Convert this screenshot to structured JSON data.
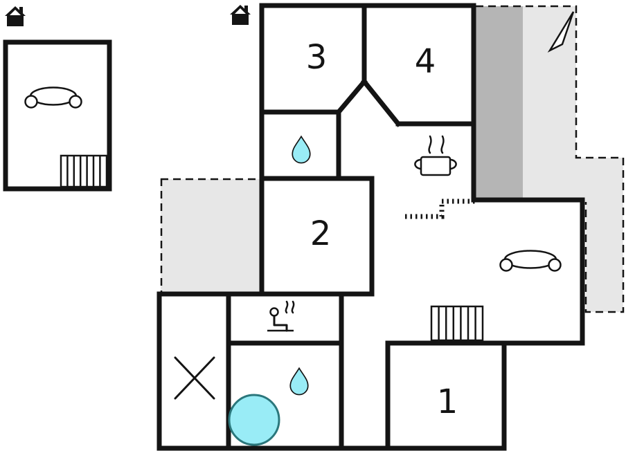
{
  "plan": {
    "rooms": [
      {
        "label": "1"
      },
      {
        "label": "2"
      },
      {
        "label": "3"
      },
      {
        "label": "4"
      }
    ],
    "icons": [
      "house-icon",
      "north-arrow-icon",
      "sofa-icon",
      "stairs-icon",
      "water-drop-icon",
      "stove-icon",
      "sauna-icon",
      "hot-tub-icon",
      "cross-mark-icon",
      "steps-icon"
    ]
  },
  "colors": {
    "background": "#ffffff",
    "wall": "#141414",
    "water": "#99ecf6",
    "terrace_light": "#e7e7e7",
    "terrace_dark": "#b5b5b5",
    "tub_stroke": "#2b777c"
  }
}
